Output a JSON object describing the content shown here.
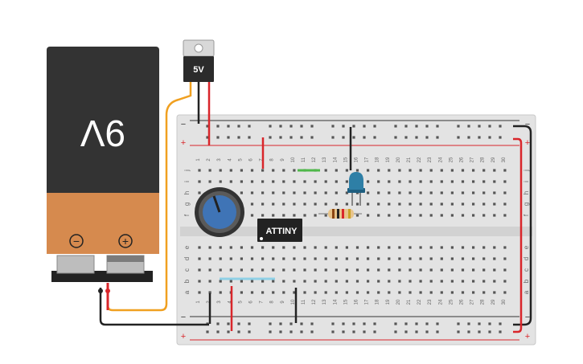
{
  "battery": {
    "label": "9V",
    "minus_symbol": "−",
    "plus_symbol": "+"
  },
  "regulator": {
    "label": "5V"
  },
  "chip": {
    "label": "ATTINY"
  },
  "breadboard": {
    "rail_minus": "−",
    "rail_plus": "+",
    "columns": [
      "1",
      "2",
      "3",
      "4",
      "5",
      "6",
      "7",
      "8",
      "9",
      "10",
      "11",
      "12",
      "13",
      "14",
      "15",
      "16",
      "17",
      "18",
      "19",
      "20",
      "21",
      "22",
      "23",
      "24",
      "25",
      "26",
      "27",
      "28",
      "29",
      "30"
    ],
    "rows_top": [
      "j",
      "i",
      "h",
      "g",
      "f"
    ],
    "rows_bottom": [
      "e",
      "d",
      "c",
      "b",
      "a"
    ]
  },
  "colors": {
    "battery_body": "#333333",
    "battery_base": "#d68a4e",
    "wire_red": "#d9262b",
    "wire_black": "#222222",
    "wire_orange": "#f0a020",
    "wire_green": "#4fb84a",
    "wire_blue": "#8fd0e6",
    "led": "#2e7fa6",
    "pot": "#3f74b6",
    "board": "#e3e3e3"
  }
}
